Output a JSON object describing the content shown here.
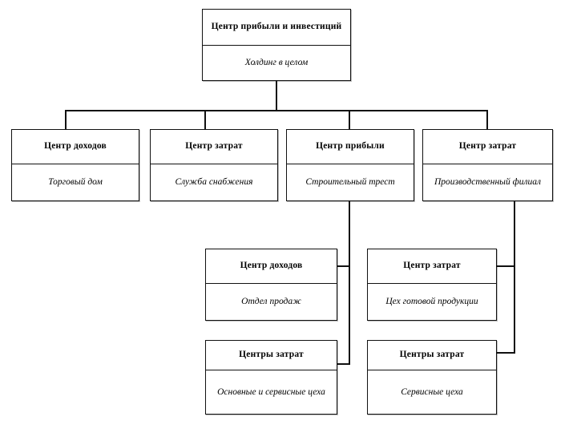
{
  "diagram": {
    "type": "org-chart",
    "language": "ru",
    "orientation": "top-down",
    "levels": 4,
    "colors": {
      "background": "#ffffff",
      "line": "#111111",
      "text": "#000000",
      "box_fill": "#ffffff"
    }
  },
  "nodes": {
    "root": {
      "title": "Центр прибыли и инвестиций",
      "subtitle": "Холдинг в целом"
    },
    "level2": [
      {
        "title": "Центр доходов",
        "subtitle": "Торговый дом"
      },
      {
        "title": "Центр затрат",
        "subtitle": "Служба снабжения"
      },
      {
        "title": "Центр прибыли",
        "subtitle": "Строительный трест"
      },
      {
        "title": "Центр затрат",
        "subtitle": "Производственный филиал"
      }
    ],
    "level3_left": [
      {
        "title": "Центр доходов",
        "subtitle": "Отдел продаж"
      },
      {
        "title": "Центры затрат",
        "subtitle": "Основные и сервисные цеха"
      }
    ],
    "level3_right": [
      {
        "title": "Центр затрат",
        "subtitle": "Цех готовой продукции"
      },
      {
        "title": "Центры затрат",
        "subtitle": "Сервисные цеха"
      }
    ]
  }
}
